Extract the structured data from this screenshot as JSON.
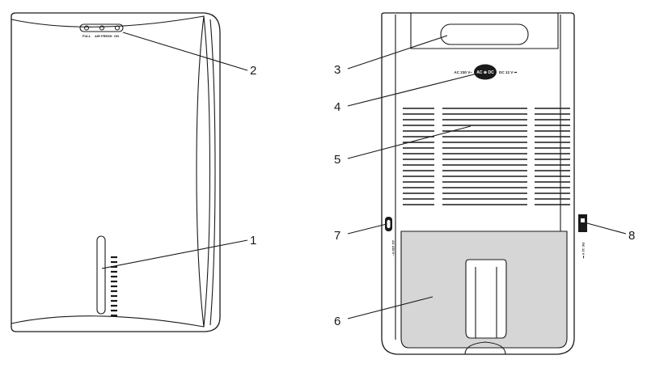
{
  "front": {
    "indicators": [
      "FULL",
      "AIR FRESH",
      "ON"
    ]
  },
  "back": {
    "power_input": {
      "left_text": "AC 230 V~",
      "center_text": "AC ⊕ DC",
      "right_text": "DC 12 V ⎓"
    },
    "side_left_text": "AC 230 V~",
    "side_right_text": "DC 12 V ⎓"
  },
  "callouts": [
    "1",
    "2",
    "3",
    "4",
    "5",
    "6",
    "7",
    "8"
  ]
}
